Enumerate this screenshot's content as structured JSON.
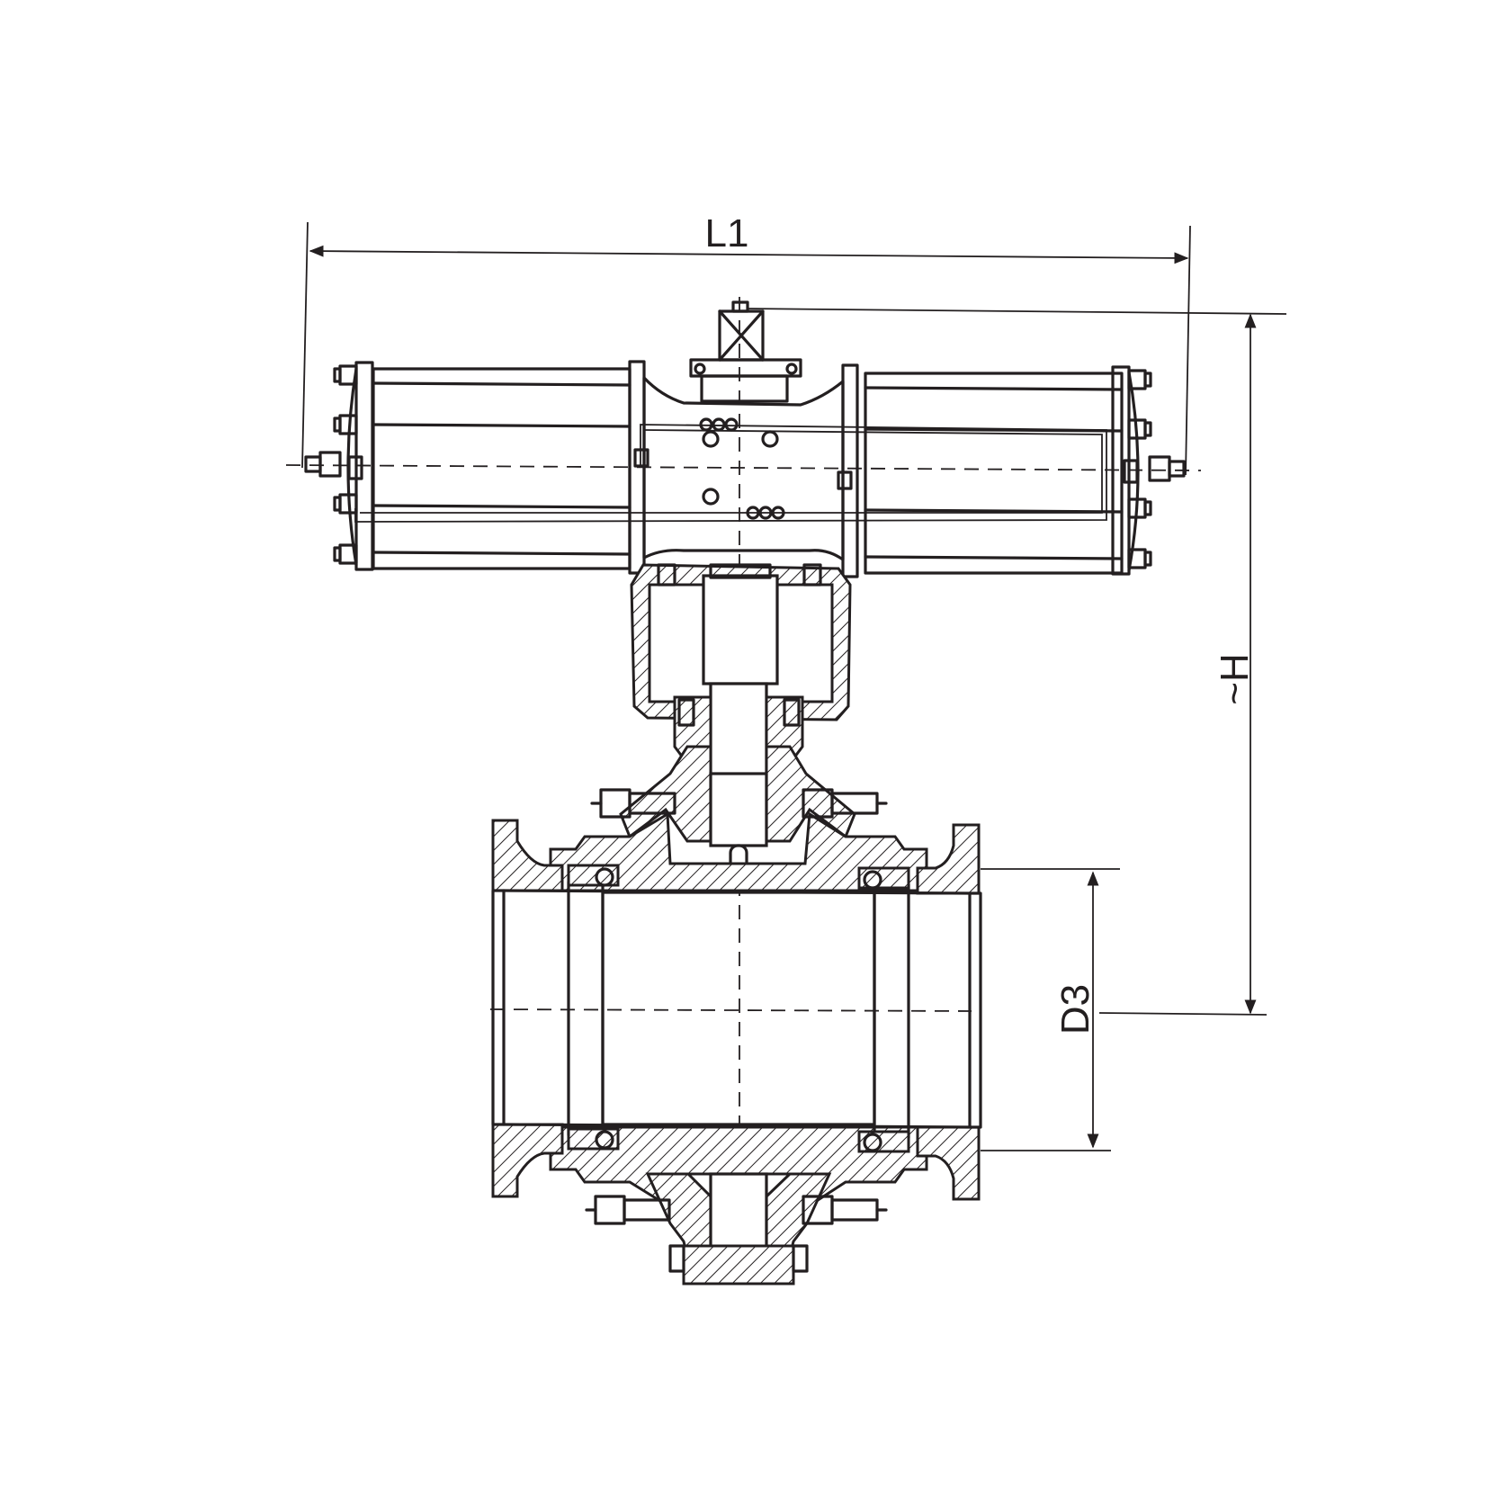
{
  "labels": {
    "l1": "L1",
    "h": "~H",
    "d3": "D3"
  },
  "colors": {
    "line": "#231f20",
    "background": "#ffffff"
  }
}
